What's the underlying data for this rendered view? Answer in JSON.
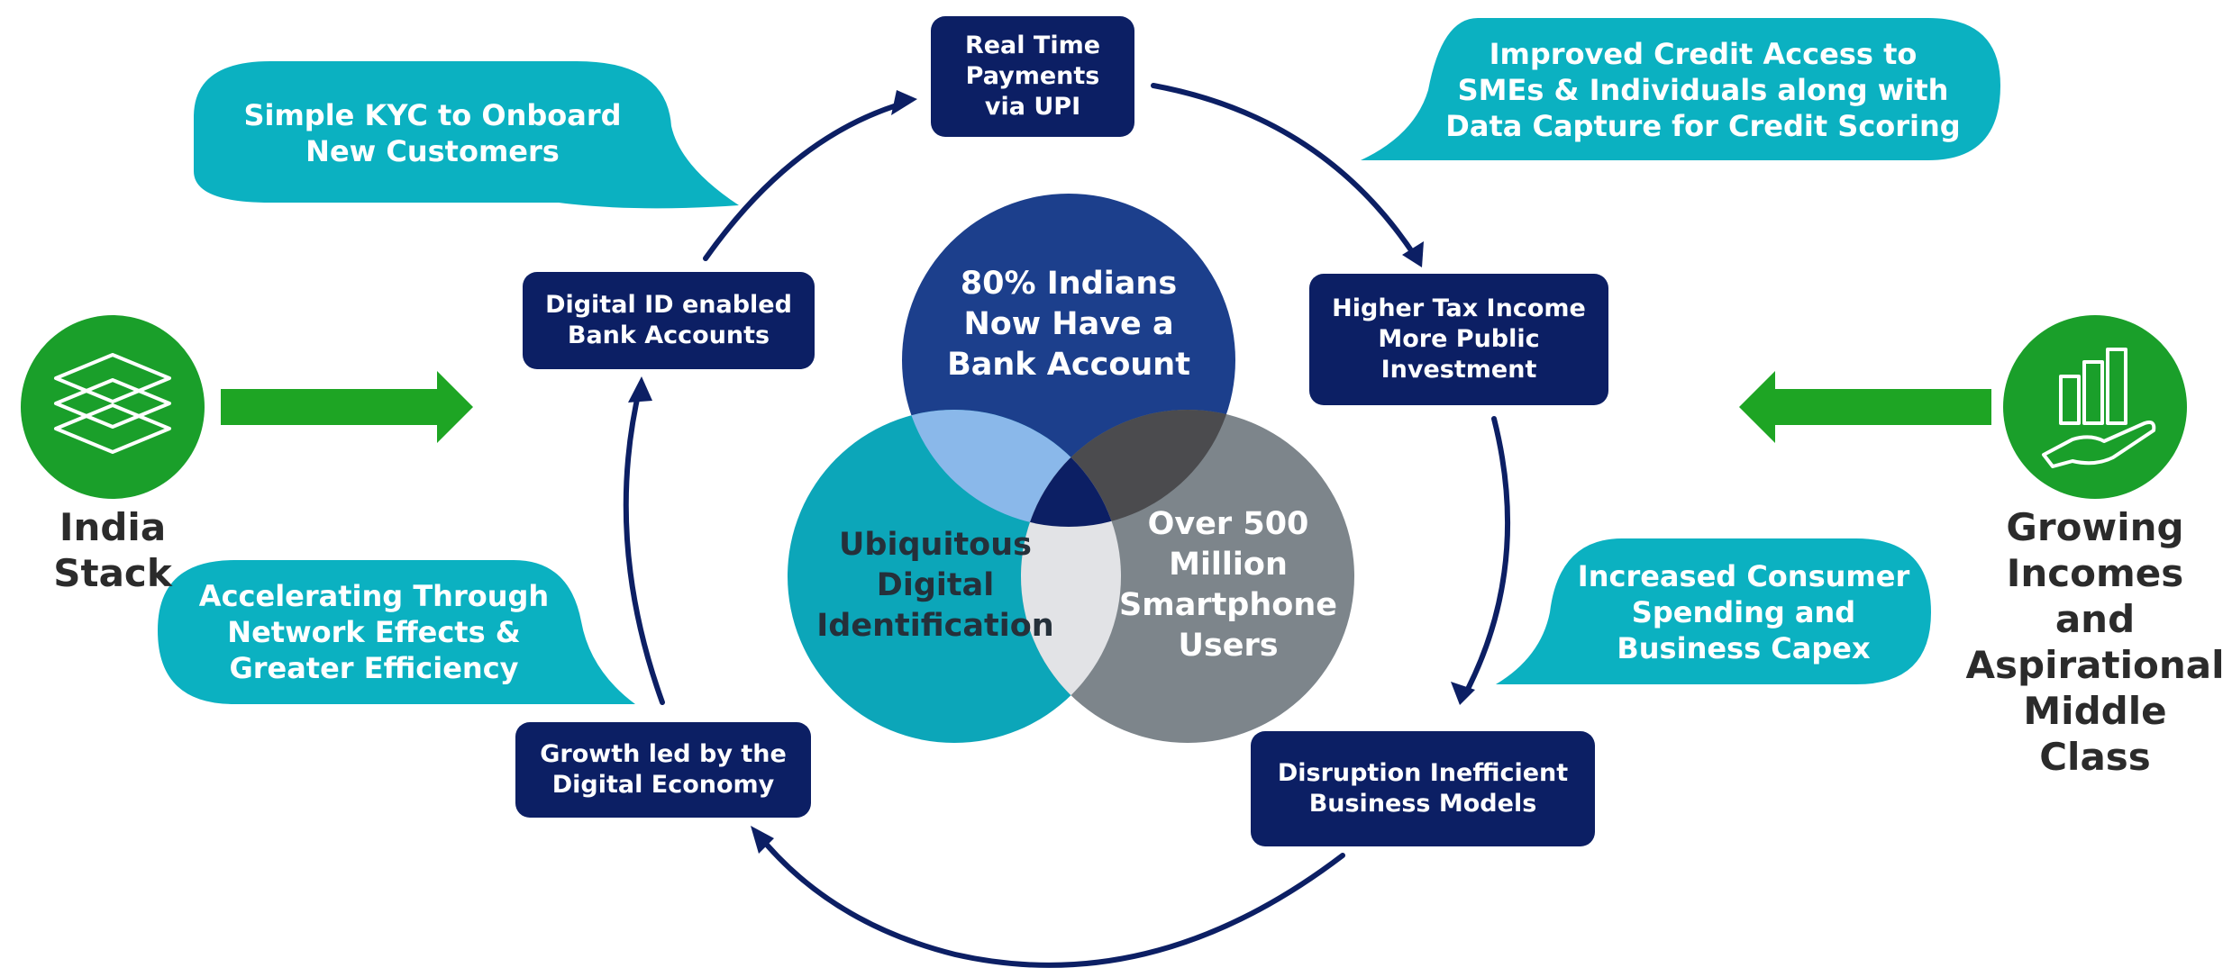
{
  "cycle_boxes": {
    "real_time_payments": "Real Time\nPayments\nvia UPI",
    "digital_id_bank_accounts": "Digital ID enabled\nBank Accounts",
    "higher_tax_income": "Higher Tax Income\nMore Public\nInvestment",
    "growth_digital_economy": "Growth led by the\nDigital Economy",
    "disruption_business_models": "Disruption Inefficient\nBusiness Models"
  },
  "callouts": {
    "simple_kyc": "Simple KYC to Onboard\nNew Customers",
    "improved_credit": "Improved Credit Access to\nSMEs & Individuals along with\nData Capture for Credit Scoring",
    "accelerating": "Accelerating Through\nNetwork Effects &\nGreater Efficiency",
    "consumer_spending": "Increased Consumer\nSpending and\nBusiness Capex"
  },
  "venn": {
    "top": "80% Indians\nNow Have a\nBank Account",
    "left": "Ubiquitous\nDigital\nIdentification",
    "right": "Over 500\nMillion\nSmartphone\nUsers"
  },
  "drivers": {
    "left_label": "India Stack",
    "left_icon": "stacked-layers-icon",
    "right_label": "Growing\nIncomes and\nAspirational\nMiddle Class",
    "right_icon": "growth-chart-hand-icon"
  },
  "colors": {
    "navy_box": "#0c1f64",
    "teal_callout": "#0bb1c1",
    "green_driver": "#1a9f2a",
    "venn_blue": "#1c3f8c",
    "venn_teal": "#0ca6b9",
    "venn_gray": "#7d858b",
    "cycle_arrow": "#0c1f64"
  }
}
